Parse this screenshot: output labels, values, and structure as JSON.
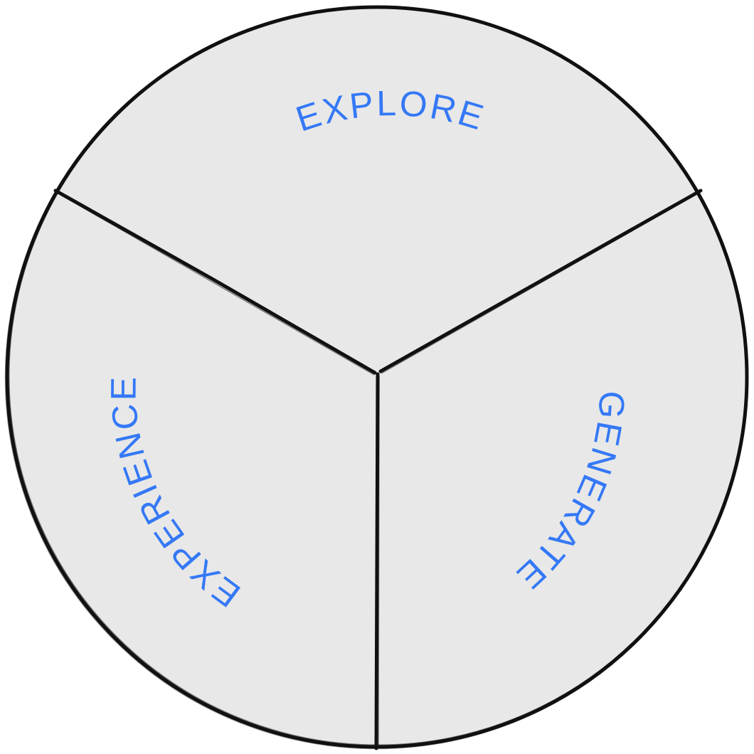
{
  "diagram": {
    "segments": [
      {
        "id": "explore",
        "label": "EXPLORE"
      },
      {
        "id": "generate",
        "label": "GENERATE"
      },
      {
        "id": "experience",
        "label": "EXPERIENCE"
      }
    ],
    "colors": {
      "fill": "#e8e8e8",
      "stroke": "#111111",
      "label": "#3478f6"
    }
  }
}
